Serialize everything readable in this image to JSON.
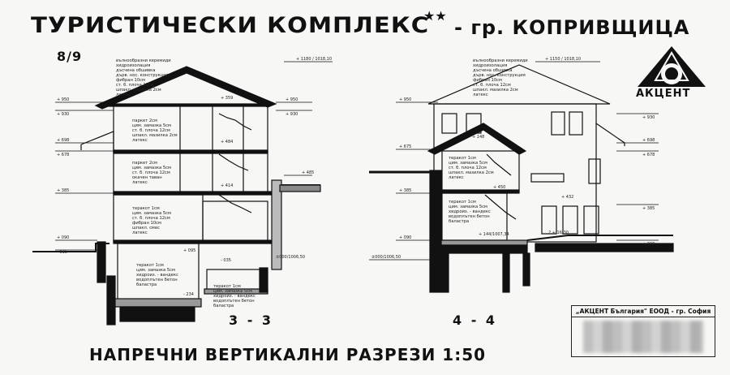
{
  "title": {
    "main": "ТУРИСТИЧЕСКИ КОМПЛЕКС",
    "stars": "★★",
    "city": "- гр. КОПРИВЩИЦА",
    "sheet": "8/9"
  },
  "logo": {
    "text": "АКЦЕНТ"
  },
  "sections": [
    {
      "label": "3 - 3"
    },
    {
      "label": "4 - 4"
    }
  ],
  "bottom_title": "НАПРЕЧНИ ВЕРТИКАЛНИ РАЗРЕЗИ 1:50",
  "stamp": {
    "company": "„АКЦЕНТ България\" ЕООД - гр. София"
  },
  "levels_left": [
    "+ 950",
    "+ 930",
    "+ 698",
    "+ 678",
    "+ 385",
    "+ 090",
    "- 035"
  ],
  "levels_mid": [
    "+ 950",
    "+ 930",
    "+ 485"
  ],
  "levels_right": [
    "+ 950",
    "+ 675",
    "+ 385",
    "+ 090"
  ],
  "levels_far_right": [
    "+ 930",
    "+ 698",
    "+ 678",
    "+ 385",
    "+ 090"
  ],
  "ridge_left": "+ 1180 / 1018,10",
  "ridge_right": "+ 1150 / 1018,10",
  "ground_left": "±000/1006,50",
  "ground_right": "±000/1006,50",
  "roof_notes": [
    "вълнообразни керемиди",
    "хидроизолация",
    "дъсчена обшивка",
    "дърв. нос. конструкция",
    "фибран 10см",
    "ст. б. плоча 12см",
    "шпакл. мазилка 2см",
    "латекс"
  ],
  "floor_notes_a": [
    "паркет 2см",
    "цим. замазка 5см",
    "ст. б. плоча 12см",
    "шпакл. мазилка 2см",
    "латекс"
  ],
  "floor_notes_b": [
    "паркет 2см",
    "цим. замазка 5см",
    "ст. б. плоча 12см",
    "окачен таван",
    "латекс"
  ],
  "floor_notes_c": [
    "теракот 1см",
    "цим. замазка 5см",
    "ст. б. плоча 12см",
    "фибран 10см",
    "шпакл. смес",
    "латекс"
  ],
  "floor_notes_d": [
    "теракот 1см",
    "цим. замазка 5см",
    "хидроиз. - вандекс",
    "водоплътен бетон",
    "баластра"
  ],
  "floor_notes_e": [
    "теракот 1см",
    "цим. замазка 5см",
    "хидроиз. - вандекс",
    "водоплътен бетон",
    "баластра"
  ],
  "right_floor_notes_a": [
    "теракот 1см",
    "цим. замазка 5см",
    "ст. б. плоча 12см",
    "шпакл. мазилка 2см",
    "латекс"
  ],
  "right_floor_notes_b": [
    "теракот 1см",
    "цим. замазка 5см",
    "хидроиз. - вандекс",
    "водоплътен бетон",
    "баластра"
  ],
  "right_levels_inner": [
    "+ 450",
    "+ 432",
    "+ 148",
    "+ 144/1007,34"
  ],
  "misc_marks": [
    "+ 359",
    "+ 484",
    "+ 414",
    "+ 095",
    "- 035",
    "- 234",
    "2 + 16/30"
  ]
}
